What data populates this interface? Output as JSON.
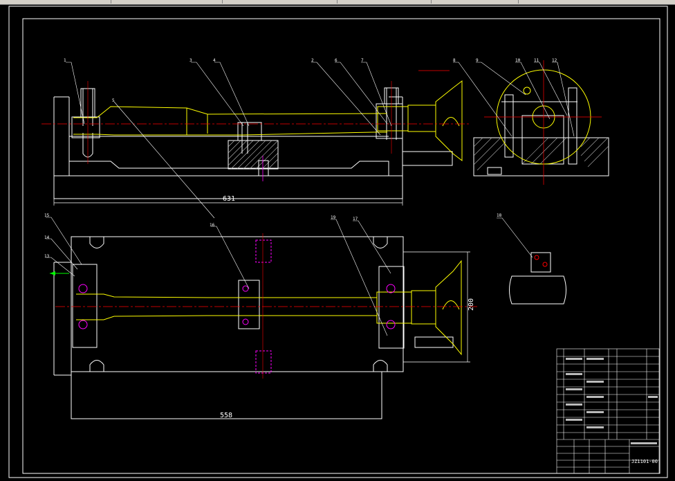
{
  "window": {
    "toolbar_segments": 5
  },
  "drawing": {
    "dimensions": {
      "top_length": "631",
      "plan_length": "558",
      "plan_width": "200"
    },
    "balloons": [
      "1",
      "2",
      "3",
      "4",
      "5",
      "6",
      "7",
      "8",
      "9",
      "10",
      "11",
      "12",
      "13",
      "14",
      "15",
      "16",
      "17",
      "18",
      "19"
    ],
    "title_block": {
      "drawing_number": "JZ1101-00"
    },
    "colors": {
      "outline": "#ffffff",
      "shaft": "#ffff00",
      "centerline": "#ff0000",
      "hole": "#ff00ff",
      "leader": "#ffffff"
    }
  }
}
